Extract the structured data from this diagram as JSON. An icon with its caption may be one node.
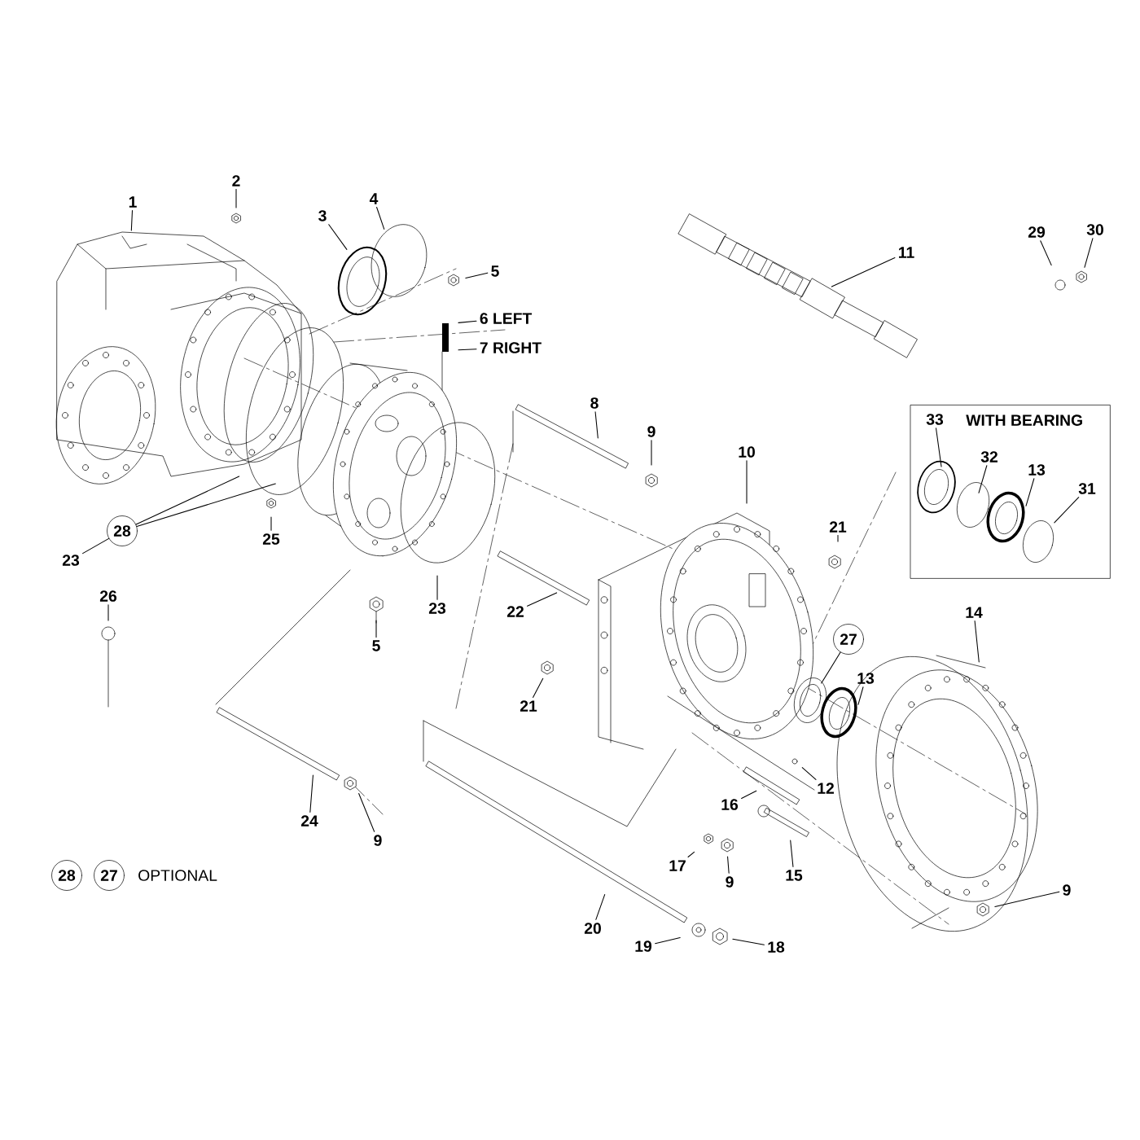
{
  "diagram": {
    "nodes": [
      {
        "text": [
          "1"
        ]
      },
      {
        "text": [
          "2"
        ]
      },
      {
        "text": [
          "3"
        ]
      },
      {
        "text": [
          "4"
        ]
      },
      {
        "text": [
          "5"
        ]
      },
      {
        "text": [
          "6 LEFT"
        ]
      },
      {
        "text": [
          "7 RIGHT"
        ]
      },
      {
        "text": [
          "11"
        ]
      },
      {
        "text": [
          "29"
        ]
      },
      {
        "text": [
          "30"
        ]
      },
      {
        "text": [
          "WITH BEARING"
        ]
      },
      {
        "text": [
          "33"
        ],
        "in": 10
      },
      {
        "text": [
          "32"
        ],
        "in": 10
      },
      {
        "text": [
          "13"
        ],
        "in": 10
      },
      {
        "text": [
          "31"
        ],
        "in": 10
      },
      {
        "text": [
          "8"
        ]
      },
      {
        "text": [
          "9"
        ]
      },
      {
        "text": [
          "10"
        ]
      },
      {
        "text": [
          "21"
        ]
      },
      {
        "text": [
          "28"
        ]
      },
      {
        "text": [
          "25"
        ]
      },
      {
        "text": [
          "23"
        ]
      },
      {
        "text": [
          "23"
        ]
      },
      {
        "text": [
          "22"
        ]
      },
      {
        "text": [
          "5"
        ]
      },
      {
        "text": [
          "26"
        ]
      },
      {
        "text": [
          "14"
        ]
      },
      {
        "text": [
          "27"
        ]
      },
      {
        "text": [
          "13"
        ]
      },
      {
        "text": [
          "21"
        ]
      },
      {
        "text": [
          "12"
        ]
      },
      {
        "text": [
          "16"
        ]
      },
      {
        "text": [
          "24"
        ]
      },
      {
        "text": [
          "9"
        ]
      },
      {
        "text": [
          "17"
        ]
      },
      {
        "text": [
          "9"
        ]
      },
      {
        "text": [
          "15"
        ]
      },
      {
        "text": [
          "9"
        ]
      },
      {
        "text": [
          "28"
        ]
      },
      {
        "text": [
          "27"
        ]
      },
      {
        "text": [
          "20"
        ]
      },
      {
        "text": [
          "19"
        ]
      },
      {
        "text": [
          "18"
        ]
      }
    ],
    "edges": [
      {
        "from": 0,
        "to": null,
        "arrow": "none"
      },
      {
        "from": 1,
        "to": null,
        "arrow": "none"
      },
      {
        "from": 2,
        "to": null,
        "arrow": "none"
      },
      {
        "from": 3,
        "to": null,
        "arrow": "none"
      },
      {
        "from": 4,
        "to": null,
        "arrow": "none"
      },
      {
        "from": 5,
        "to": null,
        "arrow": "none"
      },
      {
        "from": 6,
        "to": null,
        "arrow": "none"
      },
      {
        "from": 7,
        "to": null,
        "arrow": "none"
      },
      {
        "from": 8,
        "to": null,
        "arrow": "none"
      },
      {
        "from": 9,
        "to": null,
        "arrow": "none"
      },
      {
        "from": 11,
        "to": null,
        "arrow": "none"
      },
      {
        "from": 12,
        "to": null,
        "arrow": "none"
      },
      {
        "from": 13,
        "to": null,
        "arrow": "none"
      },
      {
        "from": 14,
        "to": null,
        "arrow": "none"
      },
      {
        "from": 15,
        "to": null,
        "arrow": "none"
      },
      {
        "from": 16,
        "to": null,
        "arrow": "none"
      },
      {
        "from": 17,
        "to": null,
        "arrow": "none"
      },
      {
        "from": 18,
        "to": null,
        "arrow": "none"
      },
      {
        "from": 19,
        "to": null,
        "arrow": "none"
      },
      {
        "from": 19,
        "to": null,
        "arrow": "none"
      },
      {
        "from": 20,
        "to": null,
        "arrow": "none"
      },
      {
        "from": 21,
        "to": 19,
        "arrow": "none"
      },
      {
        "from": 22,
        "to": null,
        "arrow": "none"
      },
      {
        "from": 23,
        "to": null,
        "arrow": "none"
      },
      {
        "from": 24,
        "to": null,
        "arrow": "none"
      },
      {
        "from": 25,
        "to": null,
        "arrow": "none"
      },
      {
        "from": 26,
        "to": null,
        "arrow": "none"
      },
      {
        "from": 27,
        "to": null,
        "arrow": "none"
      },
      {
        "from": 28,
        "to": null,
        "arrow": "none"
      },
      {
        "from": 29,
        "to": null,
        "arrow": "none"
      },
      {
        "from": 30,
        "to": null,
        "arrow": "none"
      },
      {
        "from": 31,
        "to": null,
        "arrow": "none"
      },
      {
        "from": 32,
        "to": null,
        "arrow": "none"
      },
      {
        "from": 33,
        "to": null,
        "arrow": "none"
      },
      {
        "from": 34,
        "to": null,
        "arrow": "none"
      },
      {
        "from": 35,
        "to": null,
        "arrow": "none"
      },
      {
        "from": 36,
        "to": null,
        "arrow": "none"
      },
      {
        "from": 37,
        "to": null,
        "arrow": "none"
      },
      {
        "from": 40,
        "to": null,
        "arrow": "none"
      },
      {
        "from": 41,
        "to": null,
        "arrow": "none"
      },
      {
        "from": 42,
        "to": null,
        "arrow": "none"
      }
    ],
    "labels": [
      "OPTIONAL"
    ]
  }
}
